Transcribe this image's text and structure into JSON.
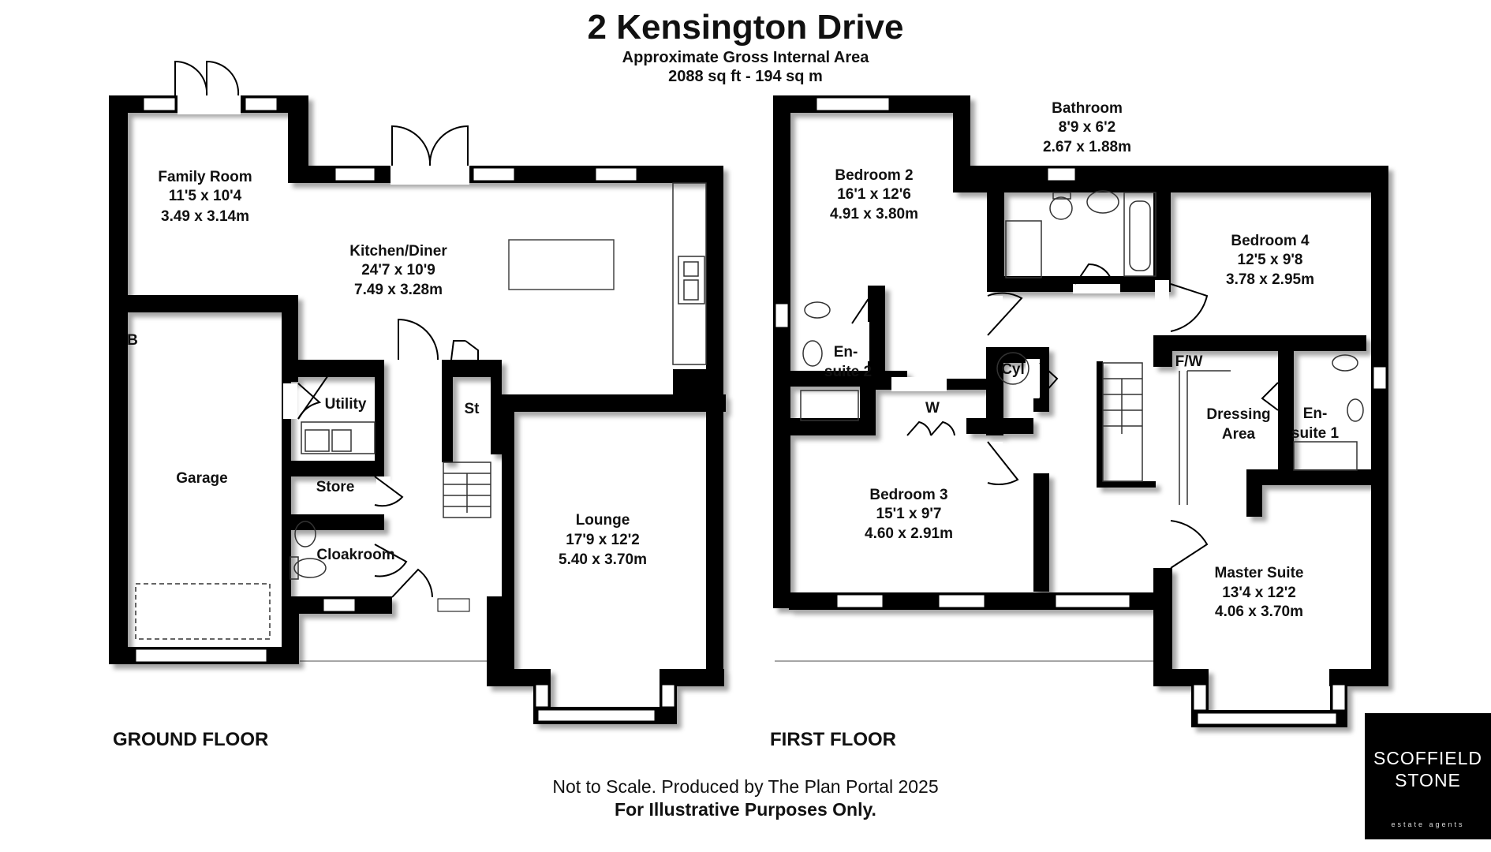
{
  "header": {
    "title": "2 Kensington Drive",
    "subtitle": "Approximate Gross Internal Area",
    "area": "2088 sq ft - 194 sq m"
  },
  "floors": {
    "ground_label": "GROUND FLOOR",
    "first_label": "FIRST FLOOR"
  },
  "rooms": {
    "family_room": {
      "name": "Family Room",
      "imperial": "11'5 x 10'4",
      "metric": "3.49 x 3.14m"
    },
    "kitchen": {
      "name": "Kitchen/Diner",
      "imperial": "24'7 x 10'9",
      "metric": "7.49 x 3.28m"
    },
    "garage": {
      "name": "Garage"
    },
    "utility": {
      "name": "Utility"
    },
    "store": {
      "name": "Store"
    },
    "cloakroom": {
      "name": "Cloakroom"
    },
    "st": {
      "name": "St"
    },
    "boiler": {
      "name": "B"
    },
    "lounge": {
      "name": "Lounge",
      "imperial": "17'9 x 12'2",
      "metric": "5.40 x 3.70m"
    },
    "bedroom2": {
      "name": "Bedroom 2",
      "imperial": "16'1 x 12'6",
      "metric": "4.91 x 3.80m"
    },
    "bathroom": {
      "name": "Bathroom",
      "imperial": "8'9 x 6'2",
      "metric": "2.67 x 1.88m"
    },
    "bedroom4": {
      "name": "Bedroom 4",
      "imperial": "12'5 x 9'8",
      "metric": "3.78 x 2.95m"
    },
    "ensuite2": {
      "line1": "En-",
      "line2": "suite 2"
    },
    "cyl": {
      "name": "Cyl"
    },
    "wardrobe": {
      "name": "W"
    },
    "fw": {
      "name": "F/W"
    },
    "dressing": {
      "line1": "Dressing",
      "line2": "Area"
    },
    "ensuite1": {
      "line1": "En-",
      "line2": "suite 1"
    },
    "bedroom3": {
      "name": "Bedroom 3",
      "imperial": "15'1 x 9'7",
      "metric": "4.60 x 2.91m"
    },
    "master": {
      "name": "Master Suite",
      "imperial": "13'4 x 12'2",
      "metric": "4.06 x 3.70m"
    }
  },
  "footer": {
    "note1": "Not to Scale. Produced by The Plan Portal 2025",
    "note2": "For Illustrative Purposes Only."
  },
  "logo": {
    "line1": "SCOFFIELD",
    "line2": "STONE",
    "line3": "estate agents"
  },
  "colors": {
    "wall": "#000000",
    "window": "#ffffff",
    "background": "#ffffff",
    "logo_bg": "#000000"
  }
}
